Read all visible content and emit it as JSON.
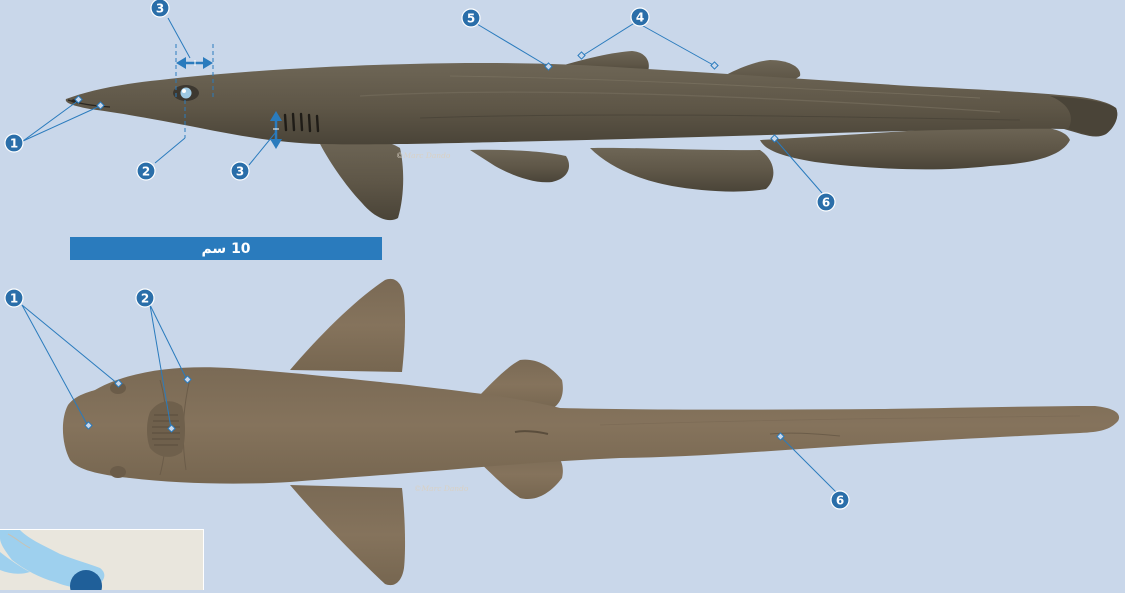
{
  "scale_bar": {
    "label": "10 سم"
  },
  "credits": {
    "top": "©Marc Dando",
    "bottom": "©Marc Dando"
  },
  "callouts": {
    "top": {
      "n1": "1",
      "n2": "2",
      "n3a": "3",
      "n3b": "3",
      "n4": "4",
      "n5": "5",
      "n6": "6"
    },
    "bottom": {
      "n1": "1",
      "n2": "2",
      "n6": "6"
    }
  },
  "colors": {
    "background": "#c9d7ea",
    "shark_lateral": "#5e5647",
    "shark_ventral": "#7d6c57",
    "callout_line": "#2a7bbd",
    "callout_badge": "#2a6ea9",
    "scale_bar": "#2a7bbd",
    "map_water": "#9ed0ee",
    "map_range": "#1f5f99"
  }
}
